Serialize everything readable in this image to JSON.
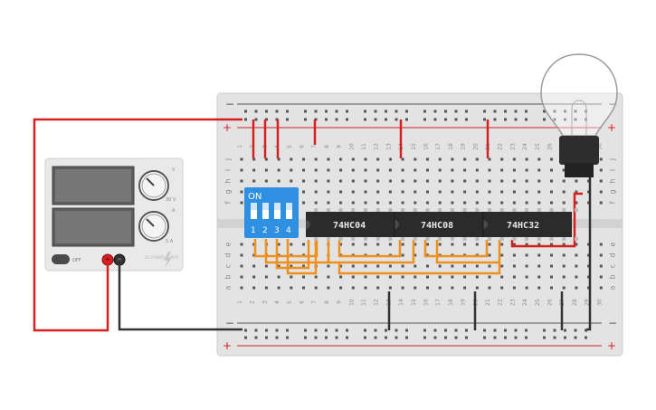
{
  "power_supply": {
    "voltage_knob_label": "V",
    "current_knob_label": "A",
    "voltage_max": "30 V",
    "current_max": "5 A",
    "off_label": "OFF",
    "brand_text": "DC POWER SUPPLY"
  },
  "breadboard": {
    "rail_minus": "−",
    "rail_plus": "+",
    "row_letters_top": [
      "j",
      "i",
      "h",
      "g",
      "f"
    ],
    "row_letters_bottom": [
      "e",
      "d",
      "c",
      "b",
      "a"
    ],
    "column_numbers": [
      "1",
      "2",
      "3",
      "4",
      "5",
      "6",
      "7",
      "8",
      "9",
      "10",
      "11",
      "12",
      "13",
      "14",
      "15",
      "16",
      "17",
      "18",
      "19",
      "20",
      "21",
      "22",
      "23",
      "24",
      "25",
      "26",
      "27",
      "28",
      "29",
      "30"
    ]
  },
  "dip_switch": {
    "on_label": "ON",
    "switch_numbers": [
      "1",
      "2",
      "3",
      "4"
    ]
  },
  "chips": [
    "74HC04",
    "74HC08",
    "74HC32"
  ],
  "colors": {
    "wire_red": "#d42020",
    "wire_black": "#333333",
    "wire_orange": "#f0901c",
    "chip_body": "#2b2b2b",
    "dip_blue": "#2f8fe0",
    "board": "#e4e4e4",
    "rail_red": "#d42020",
    "rail_blue": "#555555"
  },
  "icons": [
    "knob-icon",
    "lightning-icon",
    "bulb-icon",
    "terminal-icon"
  ]
}
